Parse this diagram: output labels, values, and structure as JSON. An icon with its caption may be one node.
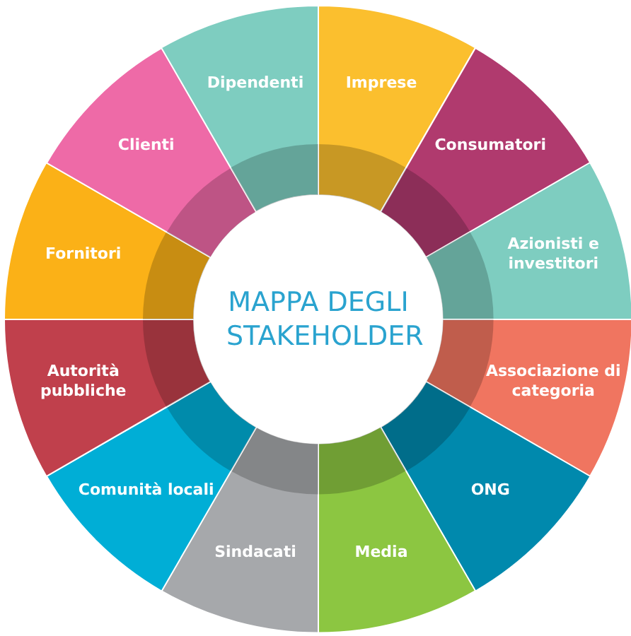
{
  "diagram": {
    "nodes": [
      {
        "text": [
          "MAPPA DEGLI STAKEHOLDER"
        ]
      },
      {
        "text": [
          "Imprese"
        ]
      },
      {
        "text": [
          "Consumatori"
        ]
      },
      {
        "text": [
          "Azionisti e investitori"
        ]
      },
      {
        "text": [
          "Associazione di categoria"
        ]
      },
      {
        "text": [
          "ONG"
        ]
      },
      {
        "text": [
          "Media"
        ]
      },
      {
        "text": [
          "Sindacati"
        ]
      },
      {
        "text": [
          "Comunità locali"
        ]
      },
      {
        "text": [
          "Autorità pubbliche"
        ]
      },
      {
        "text": [
          "Fornitori"
        ]
      },
      {
        "text": [
          "Clienti"
        ]
      },
      {
        "text": [
          "Dipendenti"
        ]
      }
    ]
  }
}
